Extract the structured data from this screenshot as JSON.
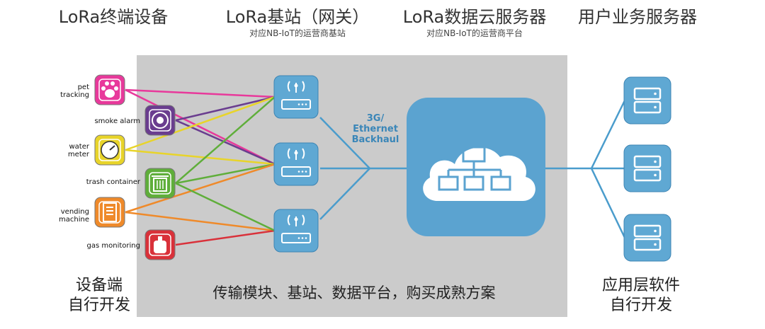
{
  "columns": {
    "devices": {
      "title": "LoRa终端设备"
    },
    "gateway": {
      "title": "LoRa基站（网关）",
      "subtitle": "对应NB-IoT的运营商基站"
    },
    "cloud": {
      "title": "LoRa数据云服务器",
      "subtitle": "对应NB-IoT的运营商平台"
    },
    "app": {
      "title": "用户业务服务器"
    }
  },
  "devices": [
    {
      "label": "pet\ntracking",
      "icon": "paw-icon",
      "color": "#e8399b"
    },
    {
      "label": "smoke alarm",
      "icon": "smoke-alarm-icon",
      "color": "#6a3d8f"
    },
    {
      "label": "water\nmeter",
      "icon": "gauge-icon",
      "color": "#e8d42a"
    },
    {
      "label": "trash container",
      "icon": "trash-bin-icon",
      "color": "#5fae3a"
    },
    {
      "label": "vending\nmachine",
      "icon": "vending-icon",
      "color": "#ef8a2a"
    },
    {
      "label": "gas monitoring",
      "icon": "gas-tank-icon",
      "color": "#d9313a"
    }
  ],
  "backhaul_label": "3G/\nEthernet\nBackhaul",
  "footer": {
    "left": "设备端\n自行开发",
    "center": "传输模块、基站、数据平台，购买成熟方案",
    "right": "应用层软件\n自行开发"
  },
  "colors": {
    "panel": "#cbcbcb",
    "node_blue": "#5fa8d3",
    "cloud_blue": "#5ba3d0",
    "link_blue": "#4a9ccc"
  }
}
